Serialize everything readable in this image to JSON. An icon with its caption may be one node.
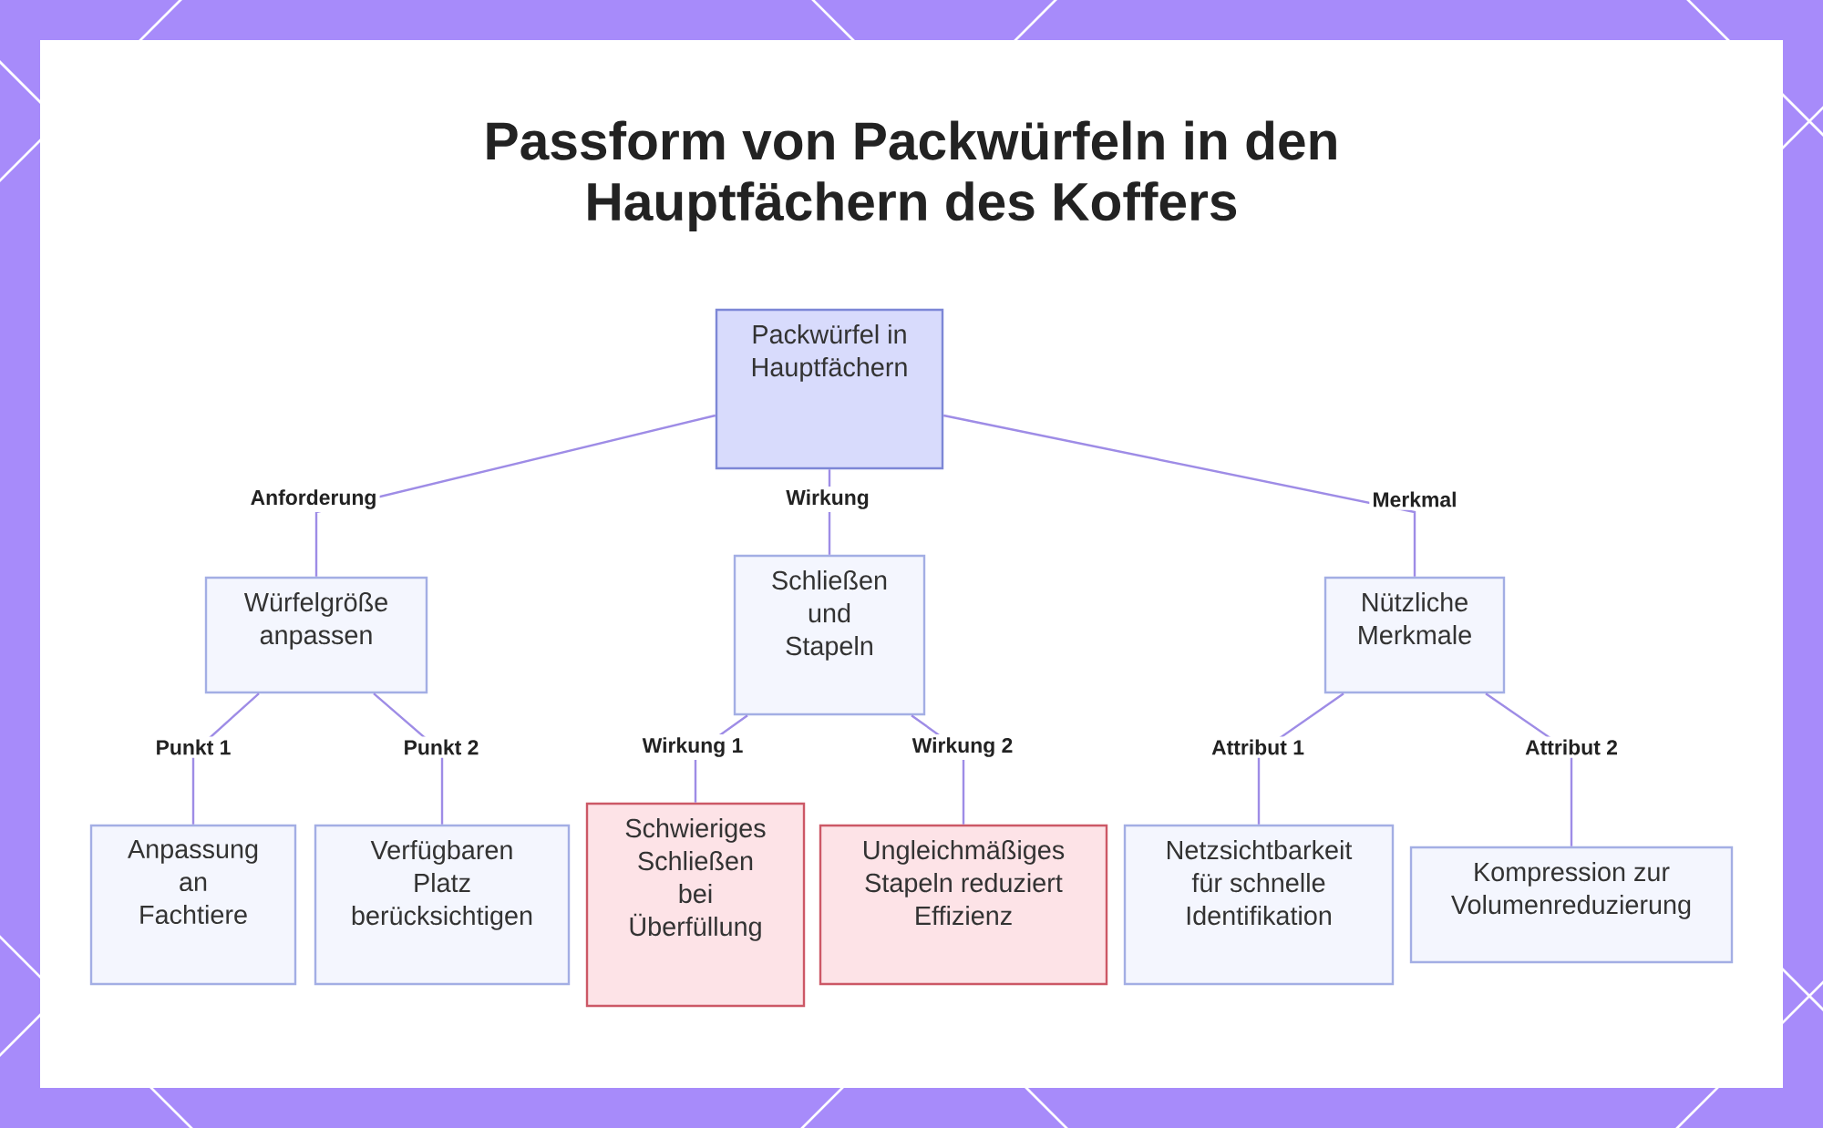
{
  "diagram": {
    "title": "Passform von Packwürfeln in den Hauptfächern des Koffers",
    "nodes": [
      {
        "text": [
          "Packwürfel in Hauptfächern"
        ]
      },
      {
        "text": [
          "Würfelgröße anpassen"
        ]
      },
      {
        "text": [
          "Schließen und Stapeln"
        ]
      },
      {
        "text": [
          "Nützliche Merkmale"
        ]
      },
      {
        "text": [
          "Anpassung an Fachtiere"
        ]
      },
      {
        "text": [
          "Verfügbaren Platz berücksichtigen"
        ]
      },
      {
        "text": [
          "Schwieriges Schließen bei Überfüllung"
        ]
      },
      {
        "text": [
          "Ungleichmäßiges Stapeln reduziert Effizienz"
        ]
      },
      {
        "text": [
          "Netzsichtbarkeit für schnelle Identifikation"
        ]
      },
      {
        "text": [
          "Kompression zur Volumenreduzierung"
        ]
      }
    ],
    "edges": [
      {
        "from": 0,
        "to": 1,
        "arrow": "none",
        "label": "Anforderung"
      },
      {
        "from": 0,
        "to": 2,
        "arrow": "none",
        "label": "Wirkung"
      },
      {
        "from": 0,
        "to": 3,
        "arrow": "none",
        "label": "Merkmal"
      },
      {
        "from": 1,
        "to": 4,
        "arrow": "none",
        "label": "Punkt 1"
      },
      {
        "from": 1,
        "to": 5,
        "arrow": "none",
        "label": "Punkt 2"
      },
      {
        "from": 2,
        "to": 6,
        "arrow": "none",
        "label": "Wirkung 1"
      },
      {
        "from": 2,
        "to": 7,
        "arrow": "none",
        "label": "Wirkung 2"
      },
      {
        "from": 3,
        "to": 8,
        "arrow": "none",
        "label": "Attribut 1"
      },
      {
        "from": 3,
        "to": 9,
        "arrow": "none",
        "label": "Attribut 2"
      }
    ]
  }
}
